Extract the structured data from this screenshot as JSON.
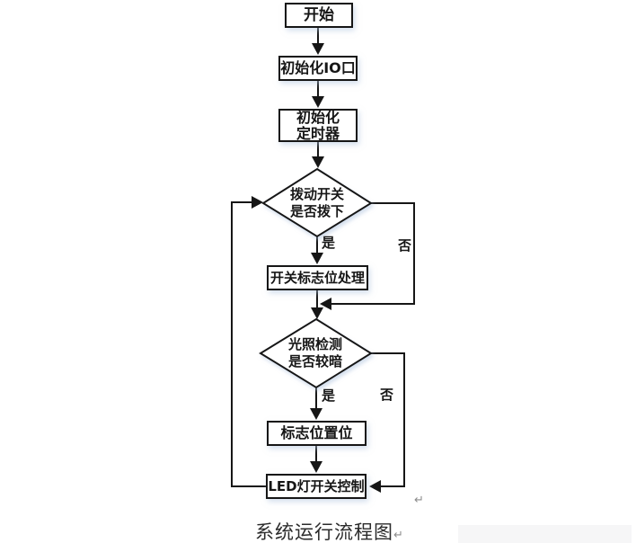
{
  "document": {
    "caption": "系统运行流程图",
    "paragraph_mark": "↵"
  },
  "flowchart": {
    "nodes": {
      "start": {
        "label": "开始"
      },
      "init_io": {
        "label": "初始化IO口"
      },
      "init_timer": {
        "line1": "初始化",
        "line2": "定时器"
      },
      "switch_decision": {
        "line1": "拨动开关",
        "line2": "是否拨下"
      },
      "switch_flag_process": {
        "label": "开关标志位处理"
      },
      "light_decision": {
        "line1": "光照检测",
        "line2": "是否较暗"
      },
      "flag_set": {
        "label": "标志位置位"
      },
      "led_control": {
        "label": "LED灯开关控制"
      }
    },
    "edge_labels": {
      "switch_yes": "是",
      "switch_no": "否",
      "light_yes": "是",
      "light_no": "否"
    },
    "colors": {
      "line": "#161616",
      "node_fill": "#ffffff",
      "node_border": "#161616",
      "shadow_tint": "#b0c4de",
      "caption_color": "#2b2b2b",
      "mark_color": "#8c8c8c"
    }
  }
}
